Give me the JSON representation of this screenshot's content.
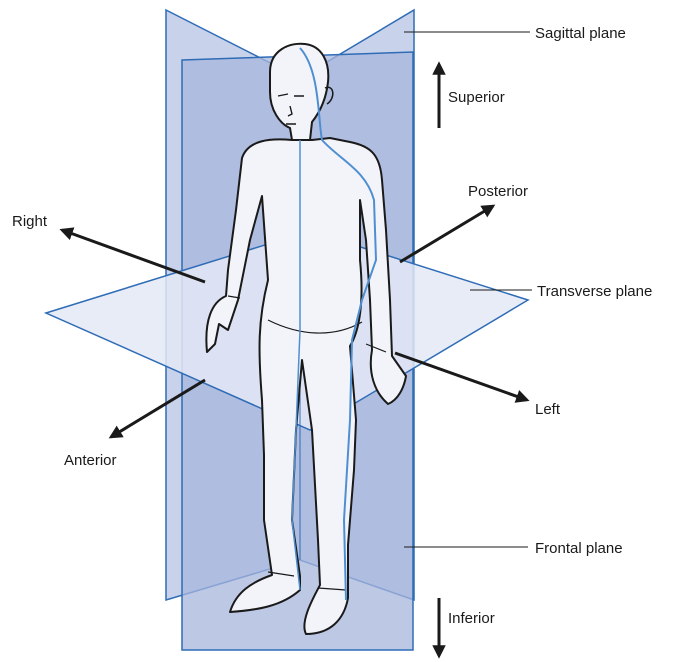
{
  "labels": {
    "sagittal_plane": "Sagittal plane",
    "superior": "Superior",
    "posterior": "Posterior",
    "right": "Right",
    "transverse_plane": "Transverse plane",
    "left": "Left",
    "anterior": "Anterior",
    "frontal_plane": "Frontal plane",
    "inferior": "Inferior"
  },
  "colors": {
    "plane_fill_light": "#c8d2ea",
    "plane_fill_dark": "#a7b6dc",
    "plane_edge": "#2f6cb6",
    "transverse_fill": "#e4e9f6",
    "figure_fill": "#f2f4fa",
    "figure_outline": "#1a1a1a",
    "midline": "#4f8fd0",
    "arrows": "#1a1a1a"
  },
  "icons": {
    "figure": "human-figure-icon"
  }
}
